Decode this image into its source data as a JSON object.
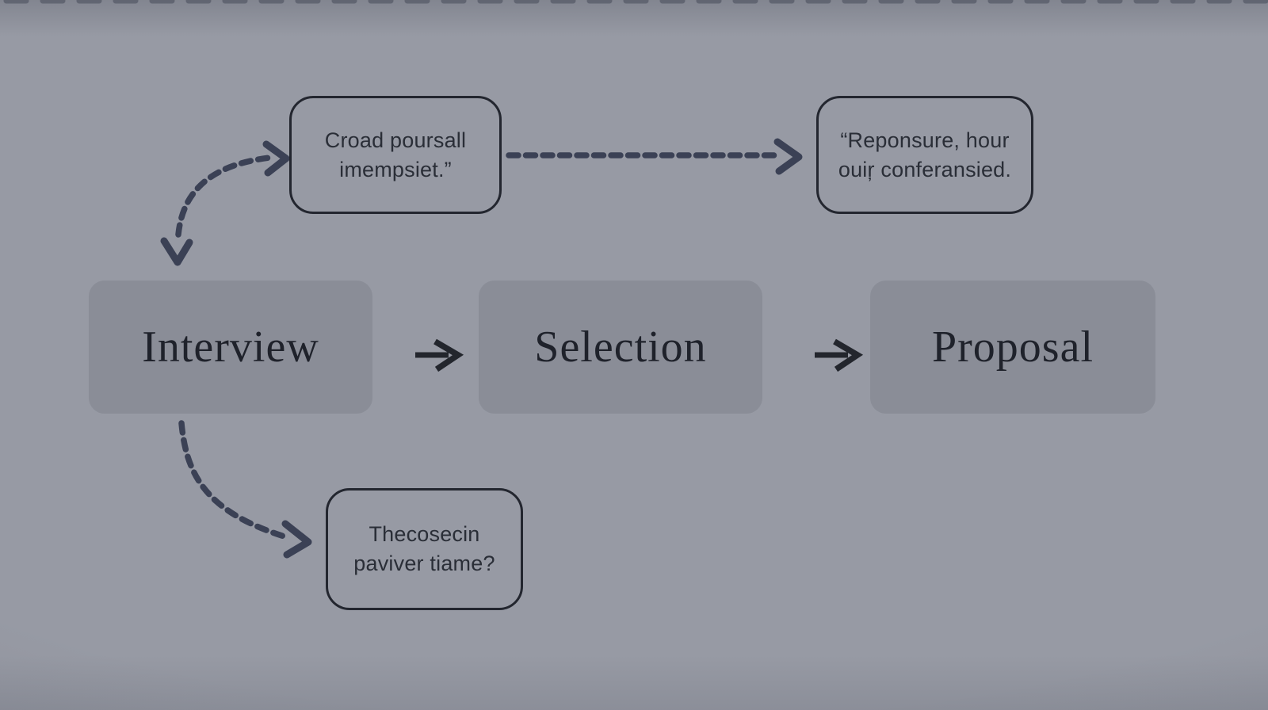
{
  "theme": {
    "background": "#979aa4",
    "node_fill": "#8a8d97",
    "node_text": "#1f222b",
    "outline_color": "#23262f",
    "annotation_text": "#2a2e37",
    "arrow_color": "#23262d",
    "dashed_arrow_color": "#3b4155"
  },
  "nodes": [
    {
      "id": "interview",
      "label": "Interview"
    },
    {
      "id": "selection",
      "label": "Selection"
    },
    {
      "id": "proposal",
      "label": "Proposal"
    }
  ],
  "annotations": [
    {
      "id": "top-left",
      "line1": "Croad poursall",
      "line2": "imempsiet.”"
    },
    {
      "id": "top-right",
      "line1": "“Reponsure, hour",
      "line2": "ouiŗ conferansied."
    },
    {
      "id": "bottom",
      "line1": "Thecosecin",
      "line2": "paviver tiame?"
    }
  ],
  "connectors": [
    {
      "from": "interview",
      "to": "selection",
      "style": "solid-arrow",
      "double_headed": false
    },
    {
      "from": "selection",
      "to": "proposal",
      "style": "solid-arrow",
      "double_headed": false
    },
    {
      "from": "interview",
      "to": "annotation-top-left",
      "style": "dashed-curved-arrow",
      "double_headed": true
    },
    {
      "from": "annotation-top-left",
      "to": "annotation-top-right",
      "style": "dashed-arrow",
      "double_headed": false
    },
    {
      "from": "interview",
      "to": "annotation-bottom",
      "style": "dashed-curved-arrow",
      "double_headed": false
    }
  ]
}
